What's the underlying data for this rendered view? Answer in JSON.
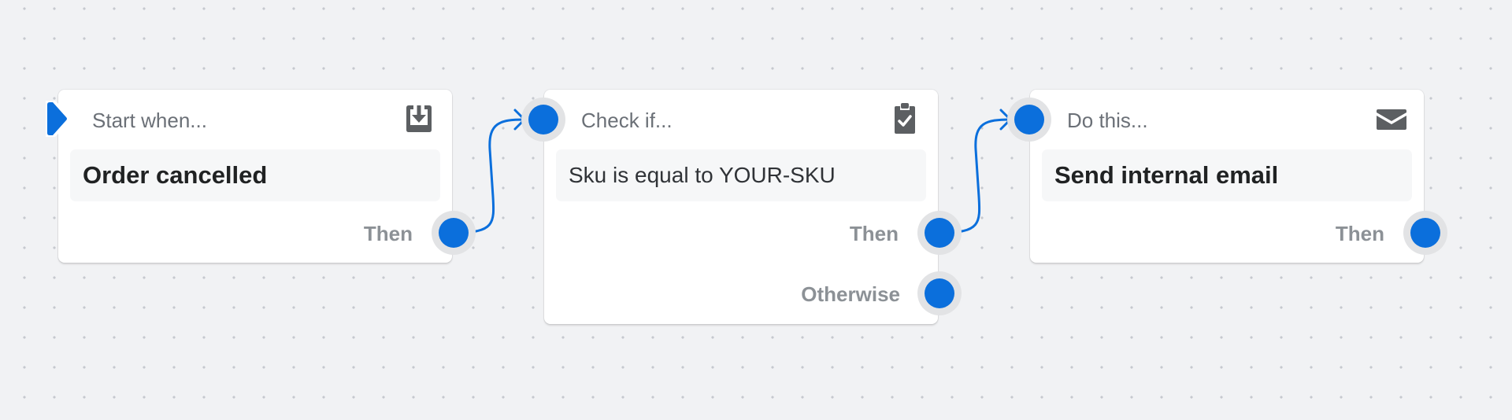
{
  "nodes": [
    {
      "header": "Start when...",
      "icon": "download-tray-icon",
      "body": "Order cancelled",
      "outputs": [
        "Then"
      ]
    },
    {
      "header": "Check if...",
      "icon": "clipboard-check-icon",
      "body": "Sku is equal to YOUR-SKU",
      "outputs": [
        "Then",
        "Otherwise"
      ]
    },
    {
      "header": "Do this...",
      "icon": "envelope-icon",
      "body": "Send internal email",
      "outputs": [
        "Then"
      ]
    }
  ],
  "colors": {
    "accent": "#0b6fdc",
    "canvas": "#f1f2f4",
    "label": "#8c9196"
  }
}
